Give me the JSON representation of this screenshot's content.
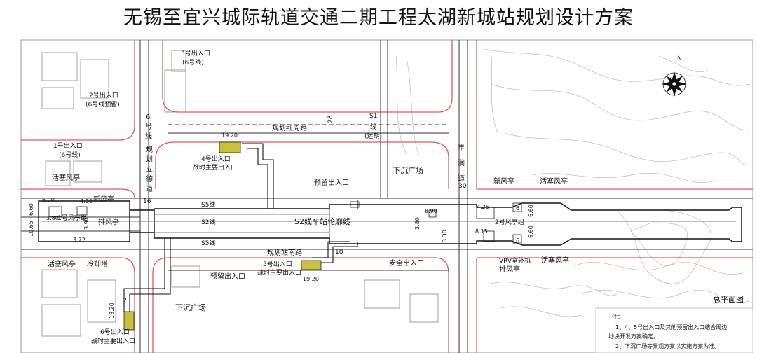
{
  "title": "无锡至宜兴城际轨道交通二期工程太湖新城站规划设计方案",
  "plan_title": "总平面图",
  "north_label": "N",
  "roads": {
    "hongzhou": "规划红周路",
    "zhannan": "规划站南路",
    "lide": [
      "规",
      "划",
      "立",
      "德",
      "道"
    ],
    "fengrun": [
      "丰",
      "润",
      "道"
    ],
    "lide_width": "16",
    "fengrun_width": "30",
    "hongzhou_width": "28",
    "zhannan_width": "18"
  },
  "lines": {
    "line6": [
      "6",
      "号",
      "线"
    ],
    "s1": [
      "S1",
      "线",
      "(远期)"
    ],
    "s5_top": "S5线",
    "s2": "S2线",
    "s5_bottom": "S5线",
    "outline": "S2线车站轮廓线"
  },
  "entrances": {
    "e3": [
      "3号出入口",
      "(6号线)"
    ],
    "e2": [
      "2号出入口",
      "(6号线预留)"
    ],
    "e1": [
      "1号出入口",
      "(6号线)"
    ],
    "e4": [
      "4号出入口",
      "战时主要出入口"
    ],
    "e5": [
      "5号出入口",
      "战时主要出入口"
    ],
    "e6": [
      "6号出入口",
      "战时主要出入口"
    ],
    "reserved_top": "预留出入口",
    "reserved_bottom": "预留出入口",
    "safety": "安全出入口"
  },
  "plazas": {
    "top": "下沉广场",
    "bottom": "下沉广场"
  },
  "facilities": {
    "piston_wl": "活塞风亭",
    "new_wind_l": "新风亭",
    "group1": "1号风亭组",
    "exhaust_l": "排风亭",
    "piston_wl2": "活塞风亭",
    "cooling": "冷却塔",
    "new_wind_r": "新风亭",
    "piston_er": "活塞风亭",
    "group2": "2号风亭组",
    "vrv": "VRV室外机",
    "exhaust_r": "排风亭",
    "piston_er2": "活塞风亭"
  },
  "dims": {
    "d_e4": "19.20",
    "d_e5": "19.20",
    "d_e6": "19.20",
    "d600": "6.00",
    "d430": "4.30",
    "d380l": "3.80",
    "d390": "3.90",
    "d372": "3.72",
    "d1065": "10.65",
    "d660": "6.60",
    "d890": "8.90",
    "d380m": "3.80",
    "d330": "3.30",
    "d425": "4.25",
    "d815": "8.15",
    "d6r1": "6",
    "d6r2": "6",
    "d660r": "6.60",
    "d660r2": "6.60",
    "d7": "7"
  },
  "notes": {
    "header": "注：",
    "n1a": "1、4、5号出入口及其他预留出入口结合周边",
    "n1b": "地块开发方案确定。",
    "n2": "2、下沉广场等景观方案以实施方案为准。"
  },
  "colors": {
    "red_line": "#e05a5a",
    "road": "#333333",
    "entrance_fill": "#c8c23a",
    "terrain": "#b5b5b5"
  }
}
